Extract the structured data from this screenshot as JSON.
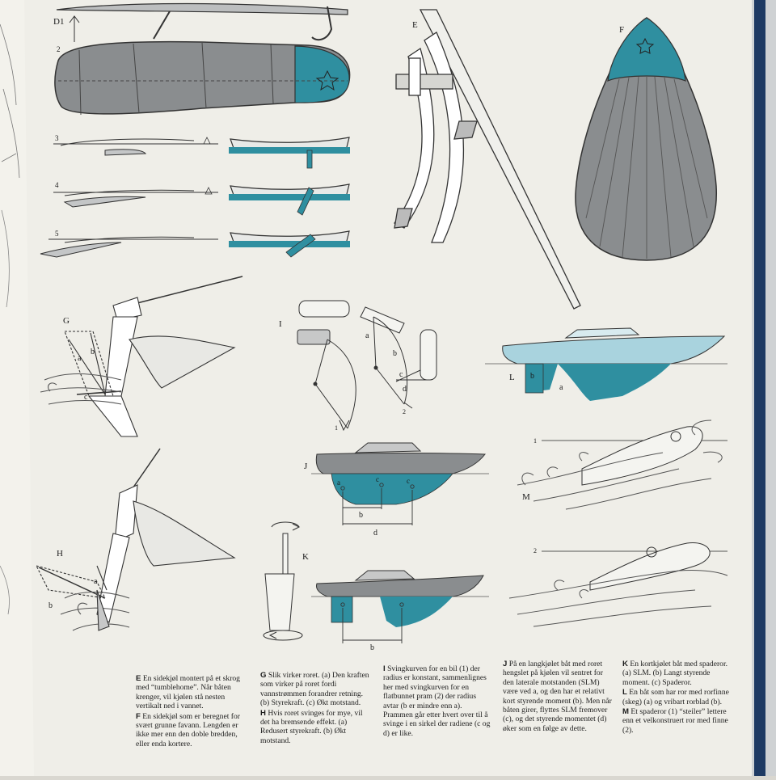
{
  "colors": {
    "page": "#efeee8",
    "ink": "#3a3a3a",
    "teal": "#2f8fa0",
    "light_teal": "#a9d3de",
    "grey_fill": "#8a8d8f",
    "cover": "#1e3a63"
  },
  "figure_labels": {
    "D1": "D1",
    "n2": "2",
    "n3": "3",
    "n4": "4",
    "n5": "5",
    "E": "E",
    "F": "F",
    "G": "G",
    "H": "H",
    "I": "I",
    "J": "J",
    "K": "K",
    "L": "L",
    "M": "M",
    "a": "a",
    "b": "b",
    "c": "c",
    "d": "d",
    "one": "1",
    "two": "2"
  },
  "captions": {
    "E": {
      "letter": "E",
      "text": "En sidekjøl montert på et skrog med “tumblehome”. Når båten krenger, vil kjølen stå nesten vertikalt ned i vannet."
    },
    "F": {
      "letter": "F",
      "text": "En sidekjøl som er beregnet for svært grunne favann. Lengden er ikke mer enn den doble bredden, eller enda kortere."
    },
    "G": {
      "letter": "G",
      "text": "Slik virker roret. (a) Den kraften som virker på roret fordi vannstrømmen forandrer retning. (b) Styrekraft. (c) Økt motstand."
    },
    "H": {
      "letter": "H",
      "text": "Hvis roret svinges for mye, vil det ha bremsende effekt. (a) Redusert styrekraft. (b) Økt motstand."
    },
    "I": {
      "letter": "I",
      "text": "Svingkurven for en bil (1) der radius er konstant, sammenlignes her med svingkurven for en flatbunnet pram (2) der radius avtar (b er mindre enn a). Prammen går etter hvert over til å svinge i en sirkel der radiene (c og d) er like."
    },
    "J": {
      "letter": "J",
      "text": "På en langkjølet båt med roret hengslet på kjølen vil sentret for den laterale motstanden (SLM) være ved a, og den har et relativt kort styrende moment (b). Men når båten girer, flyttes SLM fremover (c), og det styrende momentet (d) øker som en følge av dette."
    },
    "K": {
      "letter": "K",
      "text": "En kortkjølet båt med spaderor. (a) SLM. (b) Langt styrende moment. (c) Spaderor."
    },
    "L": {
      "letter": "L",
      "text": "En båt som har ror med rorfinne (skeg) (a) og vribart rorblad (b)."
    },
    "M": {
      "letter": "M",
      "text": "Et spaderor (1) “steiler” lettere enn et velkonstruert ror med finne (2)."
    }
  }
}
